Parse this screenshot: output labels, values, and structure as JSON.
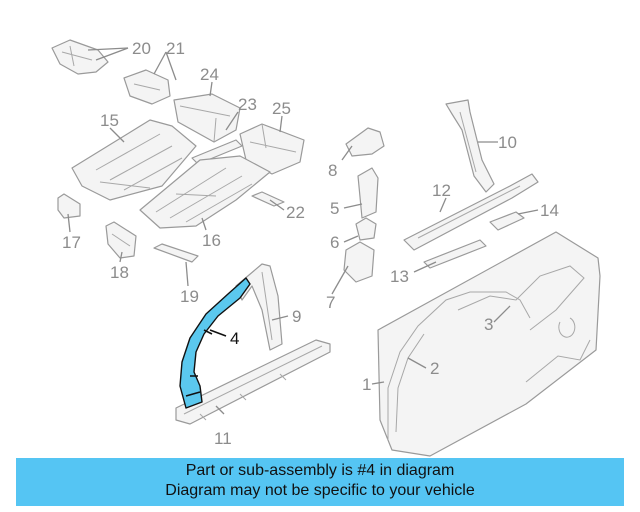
{
  "banner": {
    "line1": "Part or sub-assembly is #4 in diagram",
    "line2": "Diagram may not be specific to your vehicle"
  },
  "callouts": {
    "c1": "1",
    "c2": "2",
    "c3": "3",
    "c4": "4",
    "c5": "5",
    "c6": "6",
    "c7": "7",
    "c8": "8",
    "c9": "9",
    "c10": "10",
    "c11": "11",
    "c12": "12",
    "c13": "13",
    "c14": "14",
    "c15": "15",
    "c16": "16",
    "c17": "17",
    "c18": "18",
    "c19": "19",
    "c20": "20",
    "c21": "21",
    "c22": "22",
    "c23": "23",
    "c24": "24",
    "c25": "25"
  },
  "colors": {
    "highlight_part": "#5bc8ee",
    "banner_background": "#55c5f3",
    "part_line": "#9a9a9a"
  },
  "highlighted_part": "4"
}
